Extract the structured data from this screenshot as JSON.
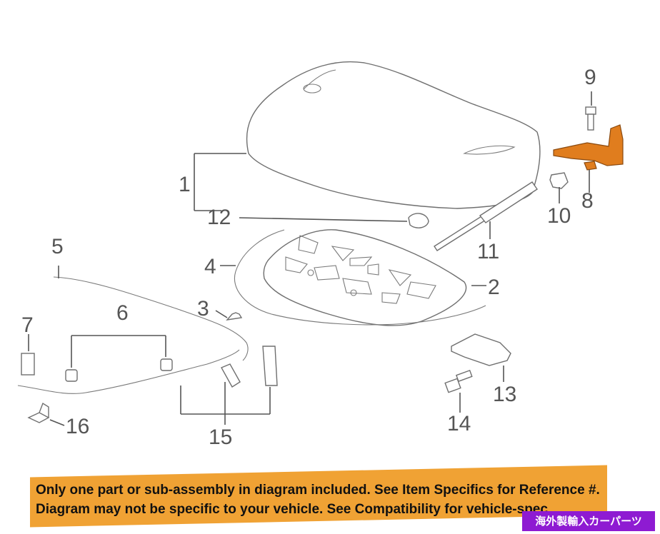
{
  "diagram": {
    "callouts": [
      "1",
      "2",
      "3",
      "4",
      "5",
      "6",
      "7",
      "8",
      "9",
      "10",
      "11",
      "12",
      "13",
      "14",
      "15",
      "16"
    ]
  },
  "banner": {
    "line1": "Only one part or sub-assembly in diagram included. See Item Specifics for Reference #.",
    "line2": "Diagram may not be specific to your vehicle. See Compatibility for vehicle-spec"
  },
  "badge": {
    "text": "海外製輸入カーパーツ"
  },
  "colors": {
    "highlight": "#e07d1e",
    "banner": "#f0a234",
    "badge": "#8e1bd2"
  }
}
